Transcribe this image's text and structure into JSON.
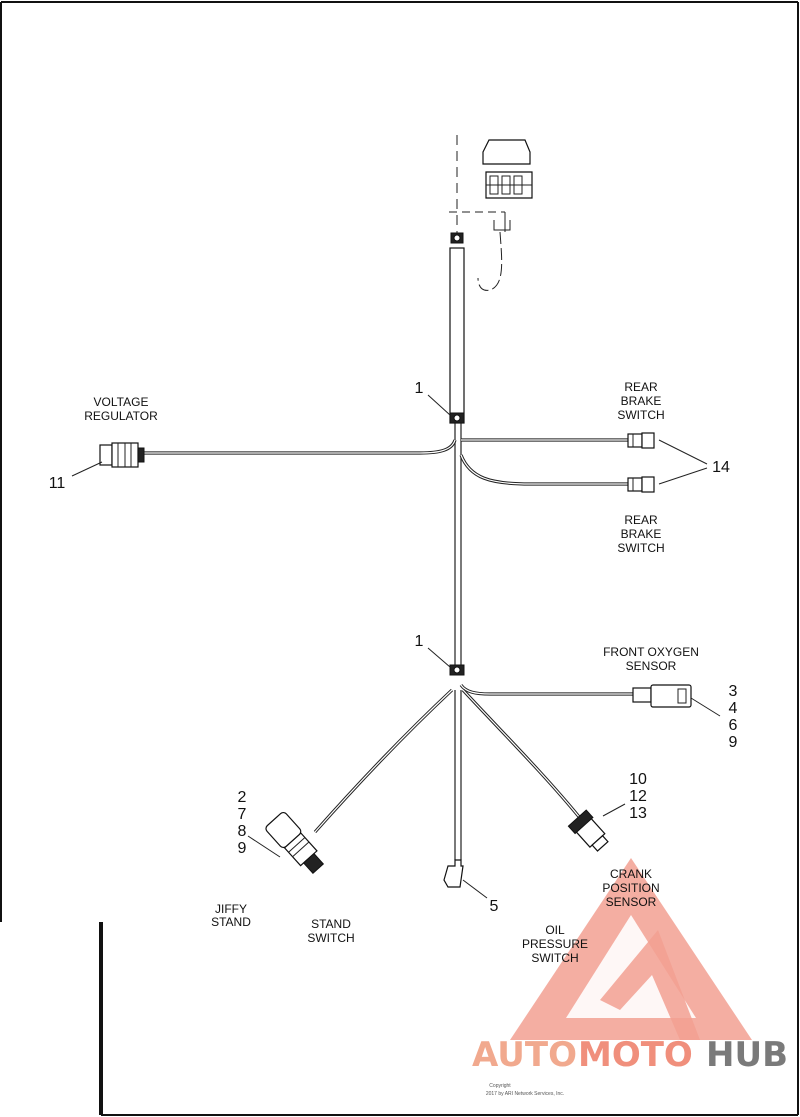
{
  "labels": {
    "voltage_regulator": [
      "VOLTAGE",
      "REGULATOR"
    ],
    "rear_brake_switch_top": [
      "REAR",
      "BRAKE",
      "SWITCH"
    ],
    "rear_brake_switch_bottom": [
      "REAR",
      "BRAKE",
      "SWITCH"
    ],
    "front_oxygen_sensor": [
      "FRONT OXYGEN",
      "SENSOR"
    ],
    "crank_position_sensor": [
      "CRANK",
      "POSITION",
      "SENSOR"
    ],
    "oil_pressure_switch": [
      "OIL",
      "PRESSURE",
      "SWITCH"
    ],
    "jiffy_stand_switch": [
      "JIFFY",
      "STAND",
      "STAND",
      "SWITCH"
    ]
  },
  "callouts": {
    "clip_upper": "1",
    "clip_lower": "1",
    "voltage_regulator": "11",
    "rear_brake": "14",
    "oxygen_sensor": [
      "3",
      "4",
      "6",
      "9"
    ],
    "crank_sensor": [
      "10",
      "12",
      "13"
    ],
    "oil_pressure": "5",
    "jiffy_stand": [
      "2",
      "7",
      "8",
      "9"
    ]
  },
  "copyright": [
    "Copyright",
    "2017 by ARI Network Services, Inc."
  ],
  "watermark": {
    "part1": "AUTO",
    "part2": "MOTO",
    "part3": "HUB",
    "color_primary": "#f0a78f",
    "color_dark": "#7a7a7a"
  }
}
